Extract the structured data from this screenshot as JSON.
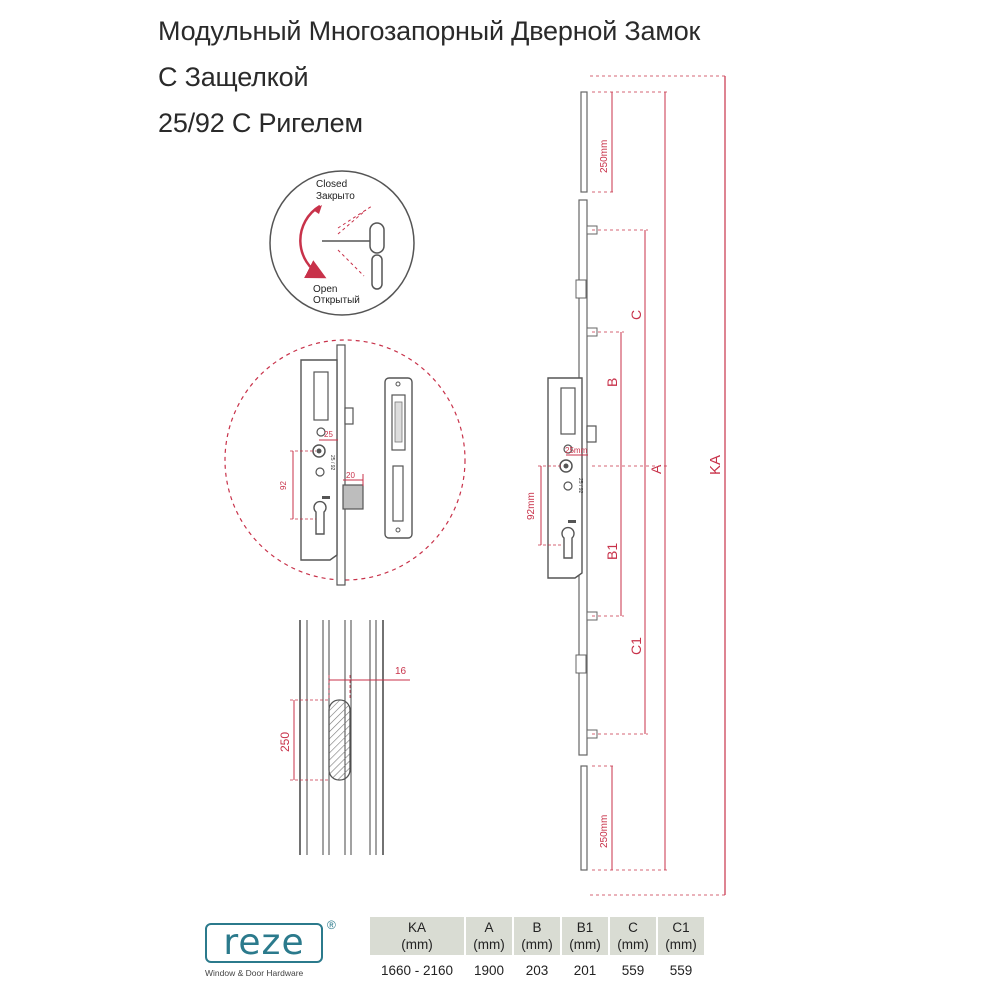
{
  "title": {
    "line1": "Модульный Многозапорный Дверной Замок",
    "line2": "С Защелкой",
    "line3": "25/92 С Ригелем"
  },
  "rotation_detail": {
    "closed_en": "Closed",
    "closed_ru": "Закрыто",
    "open_en": "Open",
    "open_ru": "Открытый"
  },
  "lock_detail": {
    "backset": "25",
    "bolt_throw": "20",
    "center_distance": "92",
    "plate_code": "25 / 92"
  },
  "profile_detail": {
    "width_label": "16",
    "height_label": "250"
  },
  "full_lock": {
    "top_extension": "250mm",
    "bottom_extension": "250mm",
    "backset": "25mm",
    "center_distance": "92mm",
    "plate_code": "25 / 92",
    "dim_c": "C",
    "dim_b": "B",
    "dim_a": "A",
    "dim_b1": "B1",
    "dim_c1": "C1",
    "dim_ka": "KA"
  },
  "logo": {
    "brand": "reze",
    "registered": "®",
    "tagline": "Window & Door Hardware"
  },
  "table": {
    "headers": [
      {
        "name": "KA",
        "unit": "(mm)"
      },
      {
        "name": "A",
        "unit": "(mm)"
      },
      {
        "name": "B",
        "unit": "(mm)"
      },
      {
        "name": "B1",
        "unit": "(mm)"
      },
      {
        "name": "C",
        "unit": "(mm)"
      },
      {
        "name": "C1",
        "unit": "(mm)"
      }
    ],
    "rows": [
      [
        "1660 - 2160",
        "1900",
        "203",
        "201",
        "559",
        "559"
      ]
    ]
  },
  "colors": {
    "dimension_red": "#c8324a",
    "metal": "#9a9a9a",
    "logo": "#2b7a8c"
  }
}
